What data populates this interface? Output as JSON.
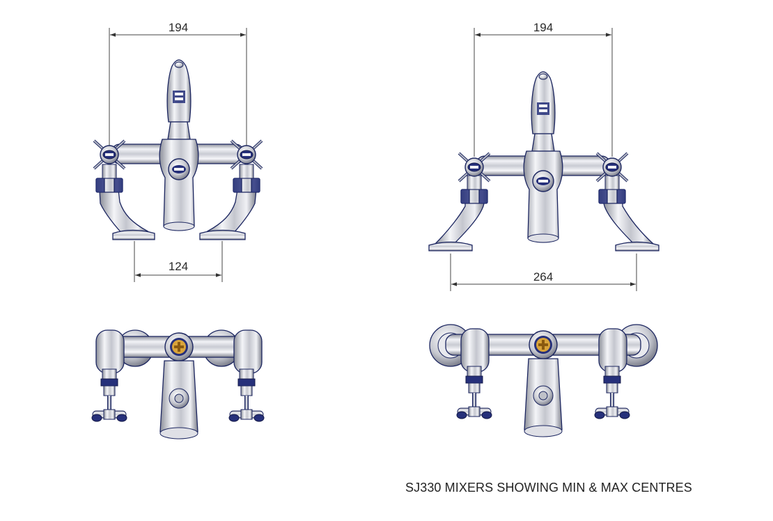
{
  "diagram": {
    "caption": "SJ330 MIXERS SHOWING MIN & MAX CENTRES",
    "dimensions": {
      "min_top_width": "194",
      "min_bottom_centres": "124",
      "max_top_width": "194",
      "max_bottom_centres": "264"
    },
    "colors": {
      "navy": "#26307a",
      "chrome_light": "#f2f3f7",
      "chrome_dark": "#8a8d98",
      "brass": "#d9a43a"
    }
  }
}
